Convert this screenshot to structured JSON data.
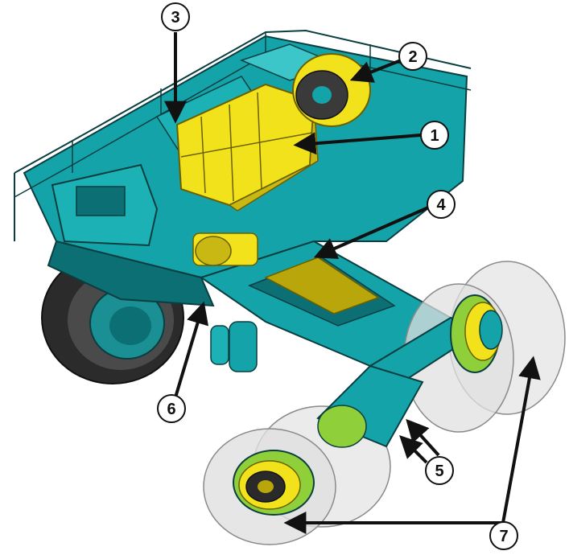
{
  "figure": {
    "type": "cutaway mining haul truck drivetrain illustration",
    "colors": {
      "body": "#14a3a8",
      "body_dark": "#0b6f73",
      "body_light": "#3cc6c9",
      "highlight": "#f2e21c",
      "highlight_dark": "#b9a60a",
      "tire": "#2a2a2a",
      "tire_ghost": "#d8d8d8",
      "green_rim": "#8fcf3a",
      "outline": "#0a3e40"
    },
    "callouts": [
      {
        "id": "1",
        "label": "1"
      },
      {
        "id": "2",
        "label": "2"
      },
      {
        "id": "3",
        "label": "3"
      },
      {
        "id": "4",
        "label": "4"
      },
      {
        "id": "5",
        "label": "5"
      },
      {
        "id": "6",
        "label": "6"
      },
      {
        "id": "7",
        "label": "7"
      }
    ]
  }
}
